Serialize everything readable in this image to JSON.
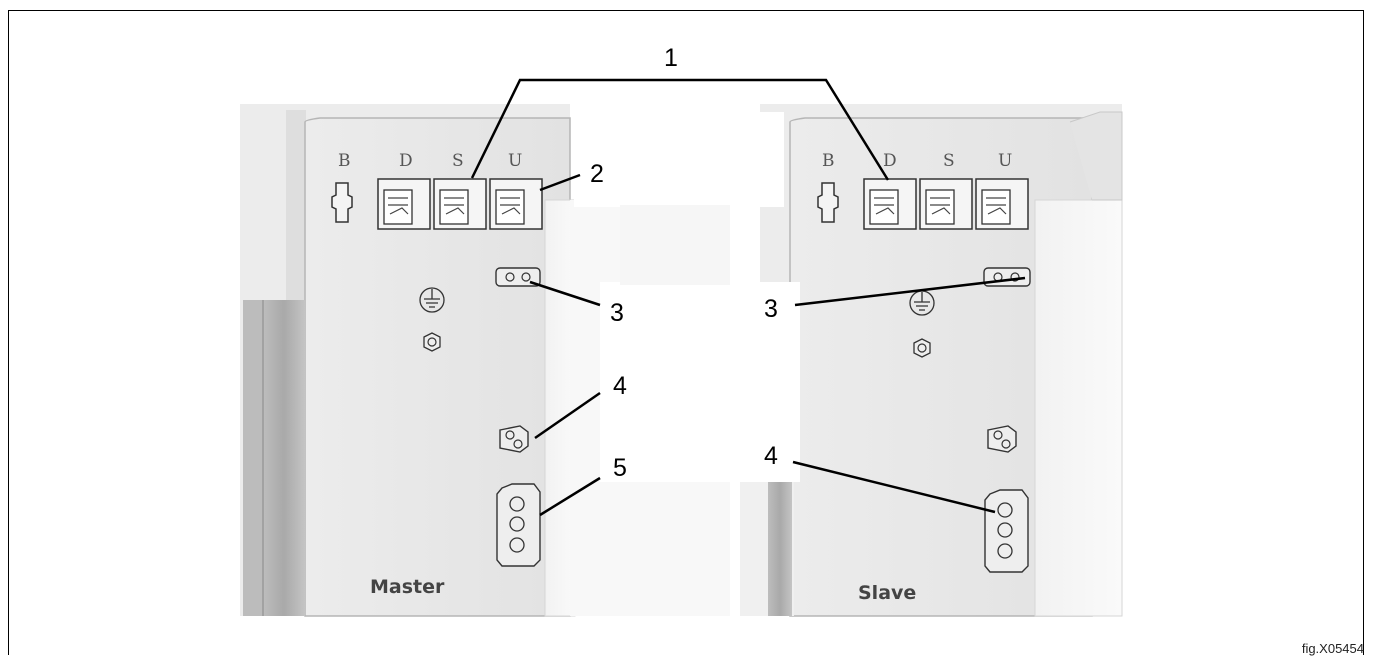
{
  "figure_id": "fig.X05454",
  "panels": {
    "master": {
      "label": "Master",
      "ports": [
        "B",
        "D",
        "S",
        "U"
      ],
      "callouts": [
        "2",
        "3",
        "4",
        "5"
      ]
    },
    "slave": {
      "label": "Slave",
      "ports": [
        "B",
        "D",
        "S",
        "U"
      ],
      "callouts": [
        "3",
        "4"
      ]
    }
  },
  "top_callout": "1"
}
